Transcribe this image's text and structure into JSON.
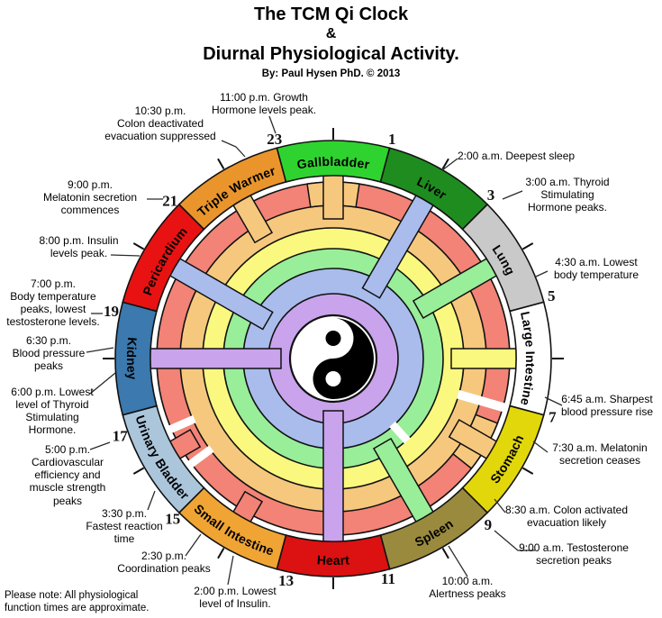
{
  "title": {
    "line1": "The TCM Qi Clock",
    "ampersand": "&",
    "line2": "Diurnal Physiological Activity.",
    "byline": "By: Paul Hysen PhD. © 2013"
  },
  "note": {
    "text": "Please note: All physiological\nfunction times are approximate."
  },
  "wheel": {
    "center_symbol": "yin-yang",
    "organs": [
      {
        "name": "Gallbladder",
        "color": "#2FD32F",
        "angle": 0,
        "label_style": "upper",
        "spoke_ring": "sandy",
        "spoke_cap": true
      },
      {
        "name": "Liver",
        "color": "#1F8C1F",
        "angle": 30,
        "label_style": "upper",
        "spoke_ring": "periwinkle",
        "spoke_cap": false
      },
      {
        "name": "Lung",
        "color": "#C9C9C9",
        "angle": 60,
        "label_style": "upper",
        "spoke_ring": "green",
        "spoke_cap": false
      },
      {
        "name": "Large Intestine",
        "color": "#FFFFFF",
        "angle": 90,
        "label_style": "upper",
        "spoke_ring": "yellow",
        "spoke_cap": false
      },
      {
        "name": "Stomach",
        "color": "#E2D70A",
        "angle": 120,
        "label_style": "lower",
        "spoke_ring": "sandy",
        "spoke_cap": true
      },
      {
        "name": "Spleen",
        "color": "#9A8A3E",
        "angle": 150,
        "label_style": "lower",
        "spoke_ring": "green",
        "spoke_cap": false
      },
      {
        "name": "Heart",
        "color": "#DC1111",
        "angle": 180,
        "label_style": "lower",
        "spoke_ring": "lavender",
        "spoke_cap": false
      },
      {
        "name": "Small Intestine",
        "color": "#EFA434",
        "angle": 210,
        "label_style": "lower",
        "spoke_ring": "salmon",
        "spoke_cap": false
      },
      {
        "name": "Urinary Bladder",
        "color": "#ABC6DB",
        "angle": 240,
        "label_style": "lower",
        "spoke_ring": "salmon",
        "spoke_cap": false
      },
      {
        "name": "Kidney",
        "color": "#3B79AE",
        "angle": 270,
        "label_style": "lower",
        "spoke_ring": "lavender",
        "spoke_cap": false
      },
      {
        "name": "Pericardium",
        "color": "#E81212",
        "angle": 300,
        "label_style": "upper",
        "spoke_ring": "periwinkle",
        "spoke_cap": false
      },
      {
        "name": "Triple Warmer",
        "color": "#E9952C",
        "angle": 330,
        "label_style": "upper",
        "spoke_ring": "sandy",
        "spoke_cap": false
      }
    ],
    "rings": [
      {
        "name": "salmon",
        "color": "#F28376"
      },
      {
        "name": "sandy",
        "color": "#F6C87E"
      },
      {
        "name": "yellow",
        "color": "#FAF87F"
      },
      {
        "name": "green",
        "color": "#99EE99"
      },
      {
        "name": "periwinkle",
        "color": "#A9BCEC"
      },
      {
        "name": "lavender",
        "color": "#C9A3EC"
      }
    ],
    "hours": [
      {
        "label": "23",
        "angle": 345
      },
      {
        "label": "1",
        "angle": 15
      },
      {
        "label": "3",
        "angle": 44
      },
      {
        "label": "5",
        "angle": 74
      },
      {
        "label": "7",
        "angle": 105
      },
      {
        "label": "9",
        "angle": 137
      },
      {
        "label": "11",
        "angle": 166
      },
      {
        "label": "13",
        "angle": 192
      },
      {
        "label": "15",
        "angle": 225
      },
      {
        "label": "17",
        "angle": 250
      },
      {
        "label": "19",
        "angle": 282
      },
      {
        "label": "21",
        "angle": 314
      }
    ]
  },
  "annotations": [
    {
      "text": "11:00 p.m. Growth\nHormone levels peak."
    },
    {
      "text": "10:30 p.m.\nColon deactivated\nevacuation suppressed"
    },
    {
      "text": "9:00 p.m.\nMelatonin secretion\ncommences"
    },
    {
      "text": "8:00 p.m. Insulin\nlevels peak."
    },
    {
      "text": "7:00 p.m.\nBody temperature\npeaks, lowest\ntestosterone levels."
    },
    {
      "text": "6:30 p.m.\nBlood pressure\npeaks"
    },
    {
      "text": "6:00 p.m. Lowest\nlevel of Thyroid\nStimulating\nHormone."
    },
    {
      "text": "5:00 p.m.\nCardiovascular\nefficiency and\nmuscle strength\npeaks"
    },
    {
      "text": "3:30 p.m.\nFastest reaction\ntime"
    },
    {
      "text": "2:30 p.m.\nCoordination peaks"
    },
    {
      "text": "2:00 p.m. Lowest\nlevel of Insulin."
    },
    {
      "text": "2:00 a.m. Deepest sleep"
    },
    {
      "text": "3:00 a.m. Thyroid\nStimulating\nHormone peaks."
    },
    {
      "text": "4:30 a.m. Lowest\nbody temperature"
    },
    {
      "text": "6:45 a.m. Sharpest\nblood pressure rise"
    },
    {
      "text": "7:30 a.m. Melatonin\nsecretion ceases"
    },
    {
      "text": "8:30 a.m. Colon activated\nevacuation likely"
    },
    {
      "text": "9:00 a.m. Testosterone\nsecretion peaks"
    },
    {
      "text": "10:00 a.m.\nAlertness peaks"
    }
  ]
}
